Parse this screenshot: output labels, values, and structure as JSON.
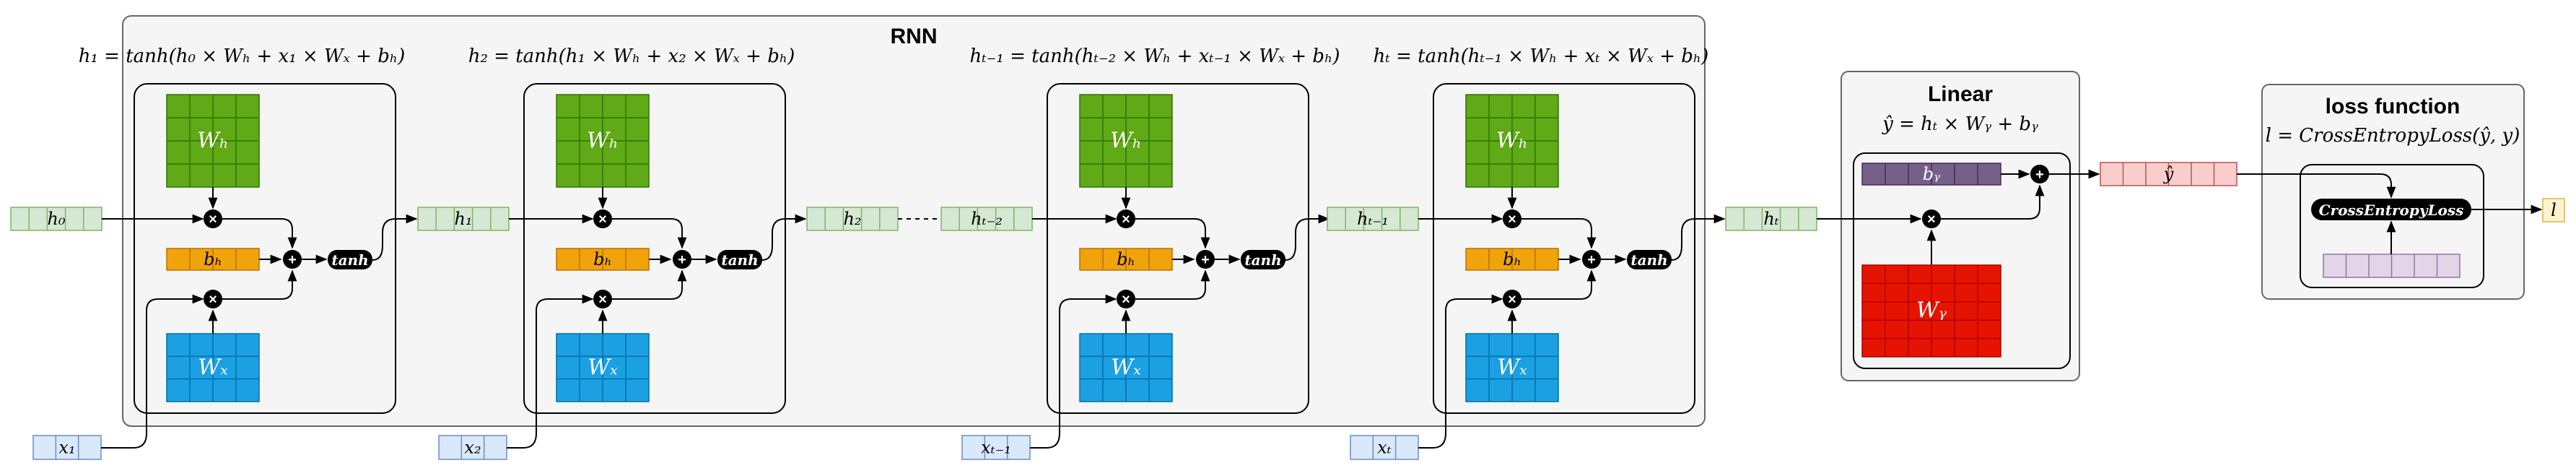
{
  "groups": {
    "rnn_title": "RNN",
    "linear_title": "Linear",
    "loss_title": "loss function"
  },
  "cells": [
    {
      "formula": "h₁ = tanh(h₀ × Wₕ + x₁ × Wₓ + bₕ)",
      "h_in": "h₀",
      "x_in": "x₁"
    },
    {
      "formula": "h₂ = tanh(h₁ × Wₕ + x₂ × Wₓ + bₕ)",
      "h_in": "h₁",
      "x_in": "x₂"
    },
    {
      "formula": "hₜ₋₁ = tanh(hₜ₋₂ × Wₕ + xₜ₋₁ × Wₓ + bₕ)",
      "h_in": "hₜ₋₂",
      "x_in": "xₜ₋₁"
    },
    {
      "formula": "hₜ = tanh(hₜ₋₁ × Wₕ + xₜ × Wₓ + bₕ)",
      "h_in": "hₜ₋₁",
      "x_in": "xₜ"
    }
  ],
  "between": {
    "h2": "h₂"
  },
  "weights": {
    "wh": "Wₕ",
    "wx": "Wₓ",
    "bh": "bₕ",
    "wy": "Wᵧ",
    "by": "bᵧ"
  },
  "tanh_label": "tanh",
  "linear": {
    "formula": "ŷ = hₜ × Wᵧ + bᵧ",
    "h_in": "hₜ"
  },
  "output": {
    "yhat": "ŷ",
    "loss": "l"
  },
  "loss": {
    "formula": "l = CrossEntropyLoss(ŷ, y)",
    "op": "CrossEntropyLoss"
  },
  "colors": {
    "green": "#60a917",
    "orange": "#f0a30a",
    "blue": "#1ba1e2",
    "red": "#e51400",
    "purple": "#76608a",
    "light_green": "#d5e8d4",
    "light_blue": "#dae8fc",
    "light_red": "#f8cecc",
    "light_purple": "#e1d5e7",
    "light_yellow": "#fff2cc",
    "group_fill": "#f5f5f5"
  }
}
